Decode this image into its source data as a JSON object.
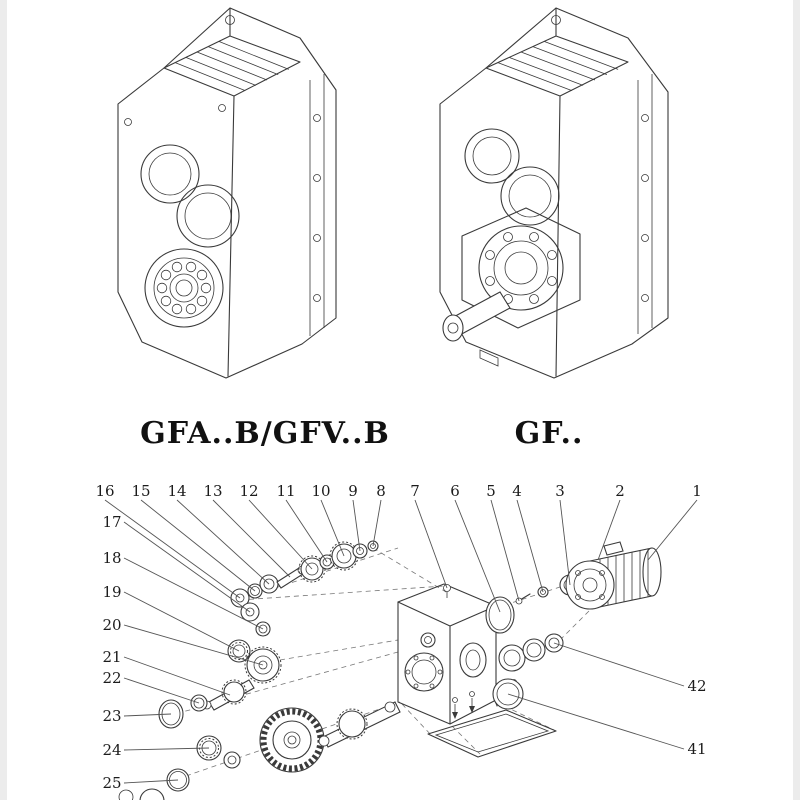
{
  "page": {
    "background": "#ffffff",
    "ink_color": "#3a3a3a"
  },
  "models": [
    {
      "label": "GFA..B/GFV..B"
    },
    {
      "label": "GF.."
    }
  ],
  "exploded_view": {
    "callouts": {
      "top": [
        "16",
        "15",
        "14",
        "13",
        "12",
        "11",
        "10",
        "9",
        "8",
        "7",
        "6",
        "5",
        "4",
        "3",
        "2",
        "1"
      ],
      "left": [
        "17",
        "18",
        "19",
        "20",
        "21",
        "22",
        "23",
        "24",
        "25"
      ],
      "right": [
        "42",
        "41"
      ]
    }
  }
}
